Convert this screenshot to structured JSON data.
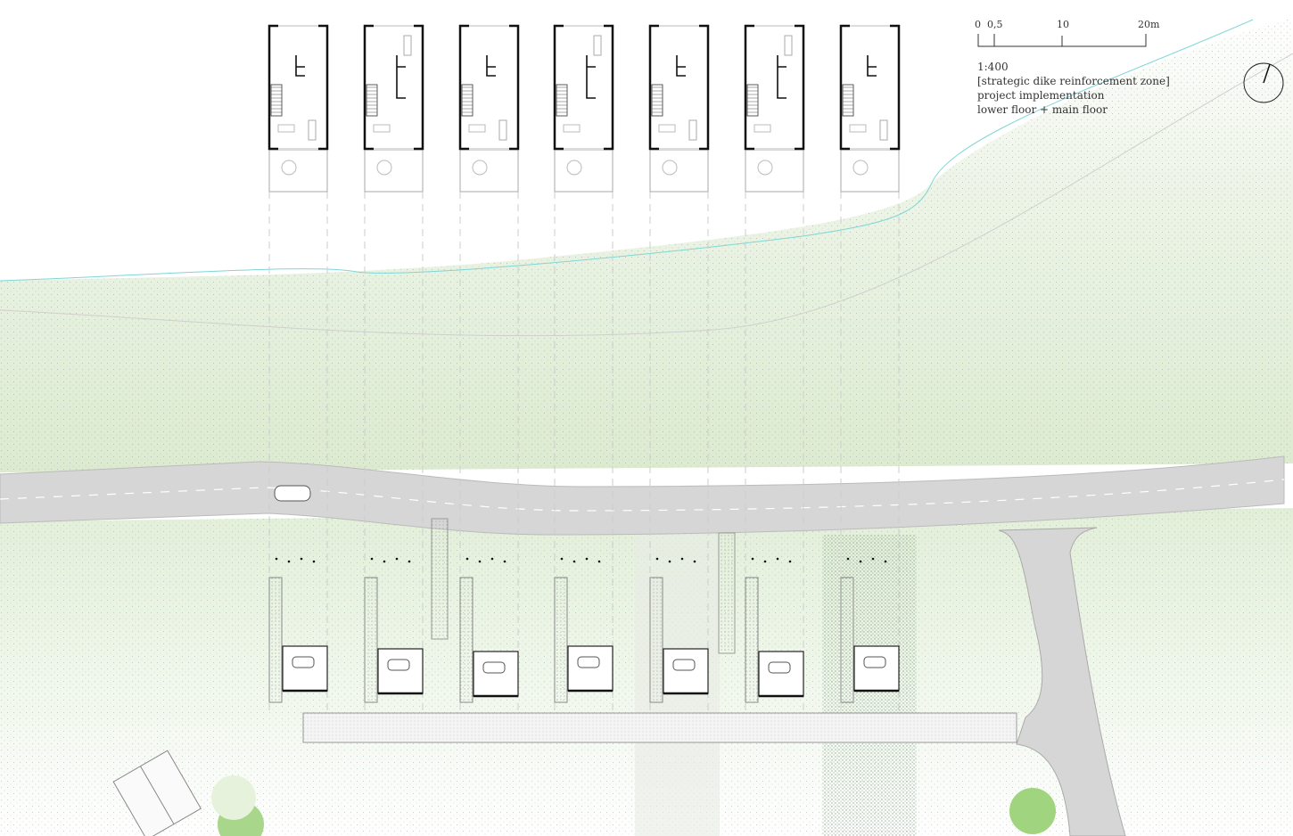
{
  "scale_bar": {
    "labels": [
      "0",
      "0,5",
      "10",
      "20m"
    ]
  },
  "legend": {
    "ratio": "1:400",
    "zone": "[strategic dike reinforcement zone]",
    "phase": "project implementation",
    "floors": "lower floor + main floor"
  },
  "house_count": 7,
  "colors": {
    "green": "#9fd07a",
    "road": "#d6d6d6",
    "water_line": "#7fd6d6",
    "walls": "#111111"
  }
}
